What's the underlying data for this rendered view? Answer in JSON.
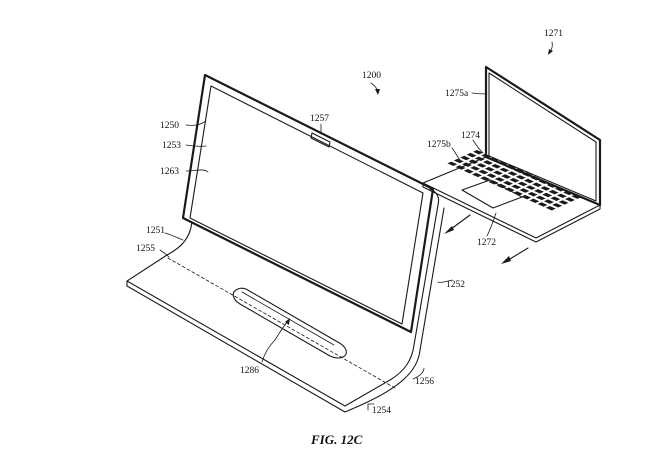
{
  "figure": {
    "caption": "FIG. 12C",
    "labels": {
      "l1200": "1200",
      "l1250": "1250",
      "l1251": "1251",
      "l1252": "1252",
      "l1253": "1253",
      "l1254": "1254",
      "l1255": "1255",
      "l1256": "1256",
      "l1257": "1257",
      "l1263": "1263",
      "l1271": "1271",
      "l1272": "1272",
      "l1274": "1274",
      "l1275a": "1275a",
      "l1275b": "1275b",
      "l1286": "1286"
    }
  }
}
